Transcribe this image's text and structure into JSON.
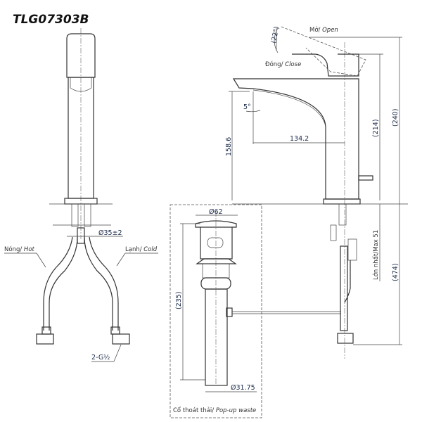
{
  "title": "TLG07303B",
  "front_view": {
    "diameter": "Ø35±2",
    "hot_label": "Nóng/ ",
    "hot_label_en": "Hot",
    "cold_label": "Lạnh/ ",
    "cold_label_en": "Cold",
    "thread": "2-G½"
  },
  "side_view": {
    "open_label": "Mở/ ",
    "open_label_en": "Open",
    "close_label": "Đóng/ ",
    "close_label_en": "Close",
    "handle_angle": "(22°)",
    "spout_angle": "5°",
    "spout_height": "158.6",
    "spout_reach": "134.2",
    "body_height": "(214)",
    "total_height": "(240)",
    "below_height": "(474)",
    "max_deck": "Lớn nhất/Max 51"
  },
  "popup_waste": {
    "top_diameter": "Ø62",
    "length": "(235)",
    "pipe_diameter": "Ø31.75",
    "label": "Cổ thoát thải/ ",
    "label_en": "Pop-up waste"
  }
}
